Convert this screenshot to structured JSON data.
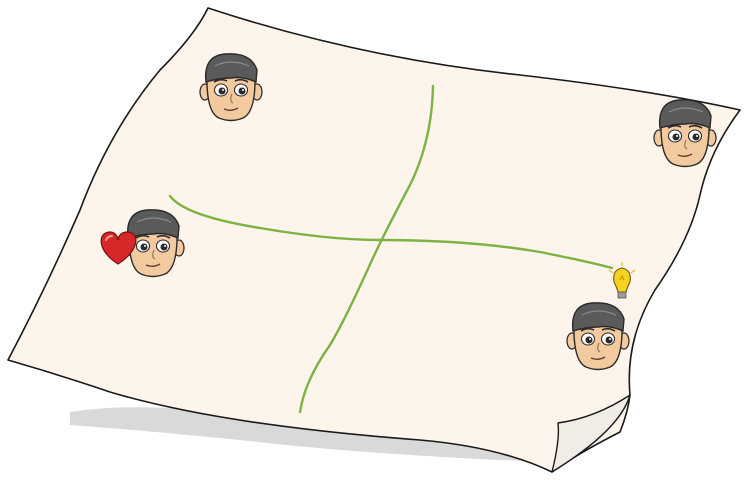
{
  "scene": {
    "paper_color": "#fdf5ec",
    "outline_color": "#1a1a1a",
    "shadow_color": "#c9c9c9",
    "axis_color": "#7cb342",
    "faces": [
      {
        "position": "top-left",
        "icon": "face-icon",
        "accessory": "none"
      },
      {
        "position": "top-right",
        "icon": "face-icon",
        "accessory": "none"
      },
      {
        "position": "middle-left",
        "icon": "face-icon",
        "accessory": "heart-icon"
      },
      {
        "position": "bottom-right",
        "icon": "face-icon",
        "accessory": "lightbulb-icon"
      }
    ],
    "accent_colors": {
      "heart": "#d62828",
      "lightbulb": "#f4d21f",
      "skin": "#f3c9a0",
      "hair": "#5a5a5a"
    }
  }
}
